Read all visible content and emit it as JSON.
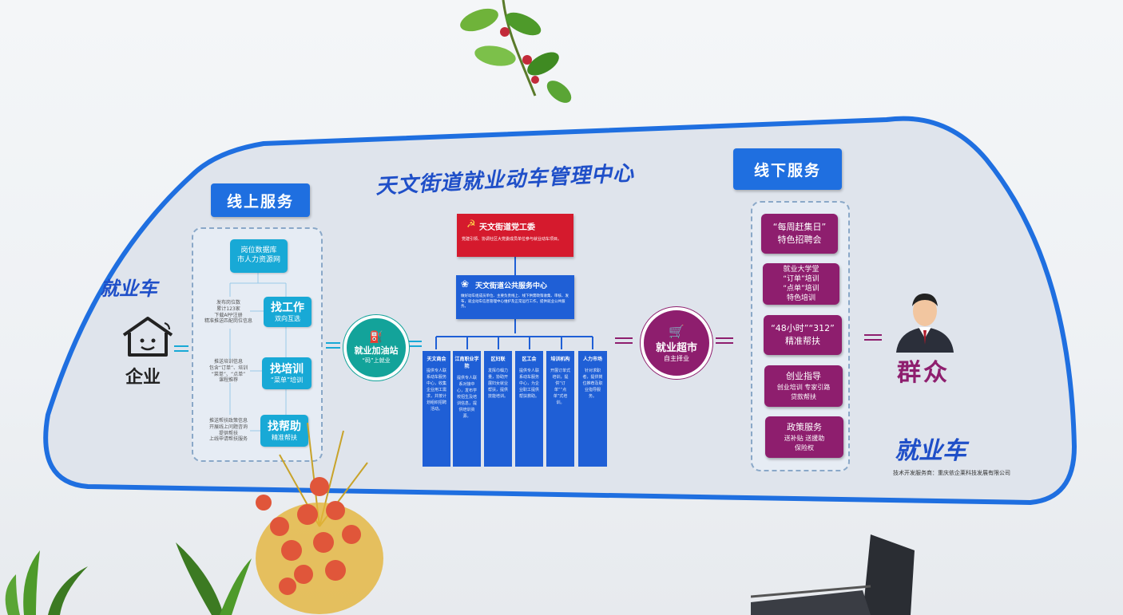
{
  "title": "天文街道就业动车管理中心",
  "online": {
    "header": "线上服务",
    "db_box": [
      "岗位数据库",
      "市人力资源网"
    ],
    "find_job": {
      "title": "找工作",
      "sub": "双向互选"
    },
    "find_training": {
      "title": "找培训",
      "sub": "“菜单”培训"
    },
    "find_help": {
      "title": "找帮助",
      "sub": "精准帮扶"
    },
    "job_note": [
      "发布岗位数",
      "累计123家",
      "下载APP注册",
      "精准推送匹配岗位信息"
    ],
    "training_note": [
      "推送培训信息",
      "包含“订单”、培训",
      "“菜单”、“点单”",
      "课程推荐"
    ],
    "help_note": [
      "推送帮扶政策信息",
      "开展线上问题咨询",
      "提供帮扶",
      "上线申请帮扶服务"
    ]
  },
  "enterprise_label": "企业",
  "gas_station": {
    "title": "就业加油站",
    "sub": "“码”上就业"
  },
  "party": {
    "header": "天文街道党工委",
    "body": "党建引领、协调社区大党委成员单位参与就业动车项目。"
  },
  "center": {
    "header": "天文街道公共服务中心",
    "body": "做好动车组成员单位、主要负责线上、线下供需政策收集、审核、发布，就业动车信息管理中心维护及正常运行工作，提供就业公共服务。"
  },
  "columns": [
    {
      "title": "天文商会",
      "body": "提供专人联系动车服务中心，收集企业用工需求，并按计划组织招聘活动。"
    },
    {
      "title": "江南职业学院",
      "body": "提供专人联系对接中心，发布学校招生及培训信息，提供培训资源。"
    },
    {
      "title": "区妇联",
      "body": "发挥巾帼力量，协助开展妇女就业帮扶，提供技能培训。"
    },
    {
      "title": "区工会",
      "body": "提供专人联系动车服务中心，为企业职工提供帮扶救助。"
    },
    {
      "title": "培训机构",
      "body": "开展订单式培训，提供“订单”“点单”式培训。"
    },
    {
      "title": "人力市场",
      "body": "针对求职者，提供岗位推荐及职业指导服务。"
    }
  ],
  "supermarket": {
    "title": "就业超市",
    "sub": "自主择业"
  },
  "offline": {
    "header": "线下服务",
    "items": [
      [
        "“每周赶集日”",
        "特色招聘会"
      ],
      [
        "就业大学堂",
        "“订单”培训",
        "“点单”培训",
        "特色培训"
      ],
      [
        "“48小时”“312”",
        "精准帮扶"
      ],
      [
        "创业指导",
        "创业培训 专家引路",
        "贷款帮扶"
      ],
      [
        "政策服务",
        "送补贴 送援助",
        "保险权"
      ]
    ]
  },
  "masses_label": "群众",
  "brand": {
    "logo": "就业车"
  },
  "footer": "技术开发服务商：重庆依企莱科技发展有限公司",
  "colors": {
    "accent_blue": "#1f6fe0",
    "cyan": "#18a9d6",
    "magenta": "#8e1e6e",
    "party_red": "#d51a2d",
    "board": "#dfe4ec"
  }
}
